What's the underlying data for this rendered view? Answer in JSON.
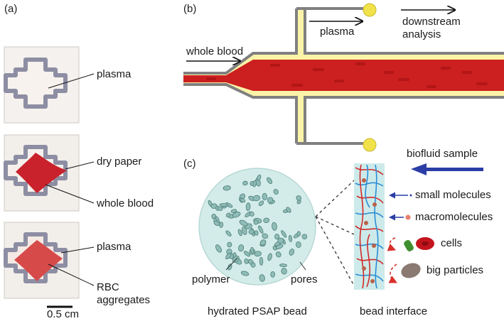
{
  "panels": {
    "a": {
      "tag": "(a)",
      "tiles": [
        {
          "labels": [
            "plasma"
          ]
        },
        {
          "labels": [
            "dry paper",
            "whole blood"
          ]
        },
        {
          "labels": [
            "plasma",
            "RBC",
            "aggregates"
          ]
        }
      ],
      "scale_bar": "0.5 cm"
    },
    "b": {
      "tag": "(b)",
      "inlet_label": "whole blood",
      "branch_label": "plasma",
      "outlet_label_1": "downstream",
      "outlet_label_2": "analysis"
    },
    "c": {
      "tag": "(c)",
      "bead_caption": "hydrated PSAP bead",
      "interface_caption": "bead interface",
      "polymer_label": "polymer",
      "pores_label": "pores",
      "sample_label": "biofluid sample",
      "legend": {
        "small": "small molecules",
        "macro": "macromolecules",
        "cells": "cells",
        "big": "big particles"
      }
    }
  },
  "colors": {
    "blood": "#cc1f1f",
    "plasma_fill": "#fbf4a8",
    "channel_wall": "#808080",
    "bead_fill": "#d3ecea",
    "arrow_blue": "#2a3ea6"
  }
}
